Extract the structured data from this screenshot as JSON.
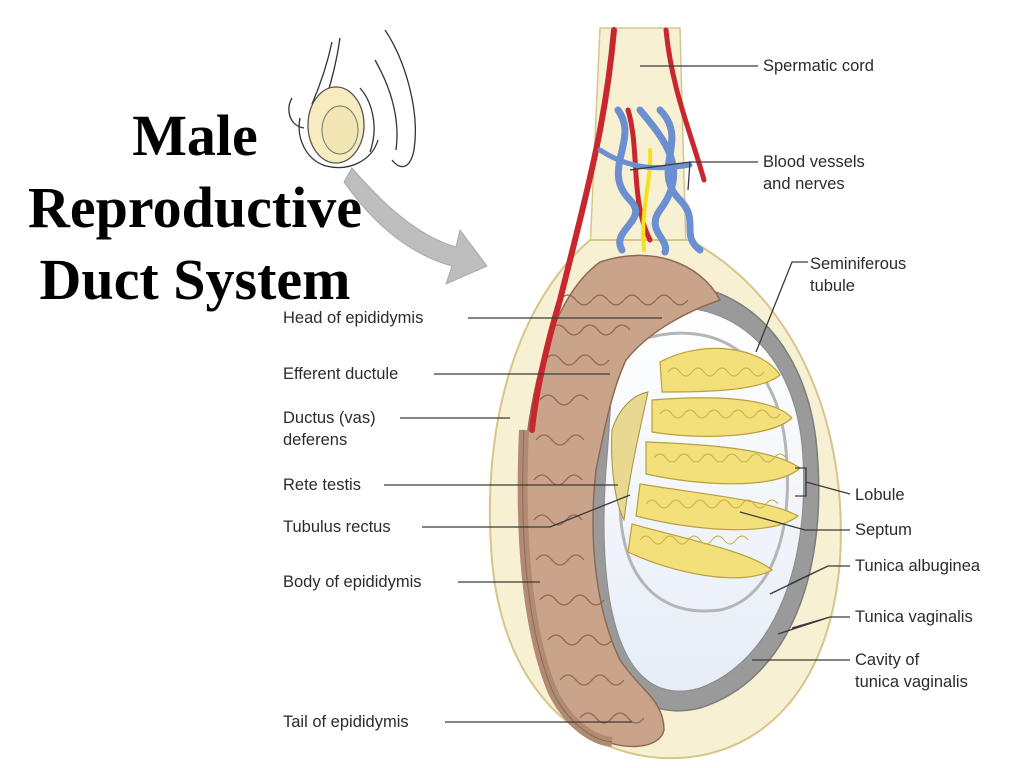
{
  "slide": {
    "title_lines": [
      "Male",
      "Reproductive",
      "Duct System"
    ]
  },
  "colors": {
    "epididymis": "#c9a48a",
    "seminiferous_tubules": "#f2df74",
    "artery": "#c8282d",
    "vein": "#6b8fd0",
    "nerve": "#f4e11c",
    "tunica_albuginea": "#a8a8a8",
    "scrotal_skin": "#f7efce",
    "cavity": "#eef3fa",
    "arrow": "#b8b8b8"
  },
  "labels": {
    "left": {
      "head_of_epididymis": "Head of epididymis",
      "efferent_ductule": "Efferent ductule",
      "ductus_deferens": [
        "Ductus (vas)",
        "deferens"
      ],
      "rete_testis": "Rete testis",
      "tubulus_rectus": "Tubulus rectus",
      "body_of_epididymis": "Body of epididymis",
      "tail_of_epididymis": "Tail of epididymis"
    },
    "right": {
      "spermatic_cord": "Spermatic cord",
      "blood_vessels_and_nerves": [
        "Blood vessels",
        "and nerves"
      ],
      "seminiferous_tubule": [
        "Seminiferous",
        "tubule"
      ],
      "lobule": "Lobule",
      "septum": "Septum",
      "tunica_albuginea": "Tunica albuginea",
      "tunica_vaginalis": "Tunica vaginalis",
      "cavity_of_tunica_vaginalis": [
        "Cavity of",
        "tunica vaginalis"
      ]
    }
  }
}
